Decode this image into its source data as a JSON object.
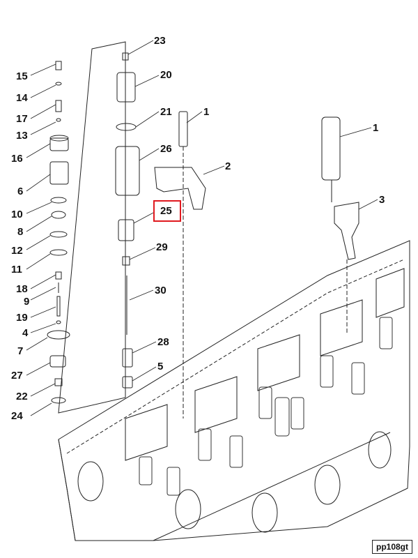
{
  "diagram": {
    "reference_code": "pp108gt",
    "highlight_color": "#e0191f",
    "callouts": [
      {
        "id": "15",
        "text": "15"
      },
      {
        "id": "14",
        "text": "14"
      },
      {
        "id": "17",
        "text": "17"
      },
      {
        "id": "13",
        "text": "13"
      },
      {
        "id": "16",
        "text": "16"
      },
      {
        "id": "6",
        "text": "6"
      },
      {
        "id": "10",
        "text": "10"
      },
      {
        "id": "8",
        "text": "8"
      },
      {
        "id": "12",
        "text": "12"
      },
      {
        "id": "11",
        "text": "11"
      },
      {
        "id": "18",
        "text": "18"
      },
      {
        "id": "9",
        "text": "9"
      },
      {
        "id": "19",
        "text": "19"
      },
      {
        "id": "4",
        "text": "4"
      },
      {
        "id": "7",
        "text": "7"
      },
      {
        "id": "27",
        "text": "27"
      },
      {
        "id": "22",
        "text": "22"
      },
      {
        "id": "24",
        "text": "24"
      },
      {
        "id": "23",
        "text": "23"
      },
      {
        "id": "20",
        "text": "20"
      },
      {
        "id": "21",
        "text": "21"
      },
      {
        "id": "26",
        "text": "26"
      },
      {
        "id": "25",
        "text": "25",
        "highlighted": true
      },
      {
        "id": "29",
        "text": "29"
      },
      {
        "id": "30",
        "text": "30"
      },
      {
        "id": "28",
        "text": "28"
      },
      {
        "id": "5",
        "text": "5"
      },
      {
        "id": "1a",
        "text": "1"
      },
      {
        "id": "2",
        "text": "2"
      },
      {
        "id": "1b",
        "text": "1"
      },
      {
        "id": "3",
        "text": "3"
      }
    ]
  }
}
